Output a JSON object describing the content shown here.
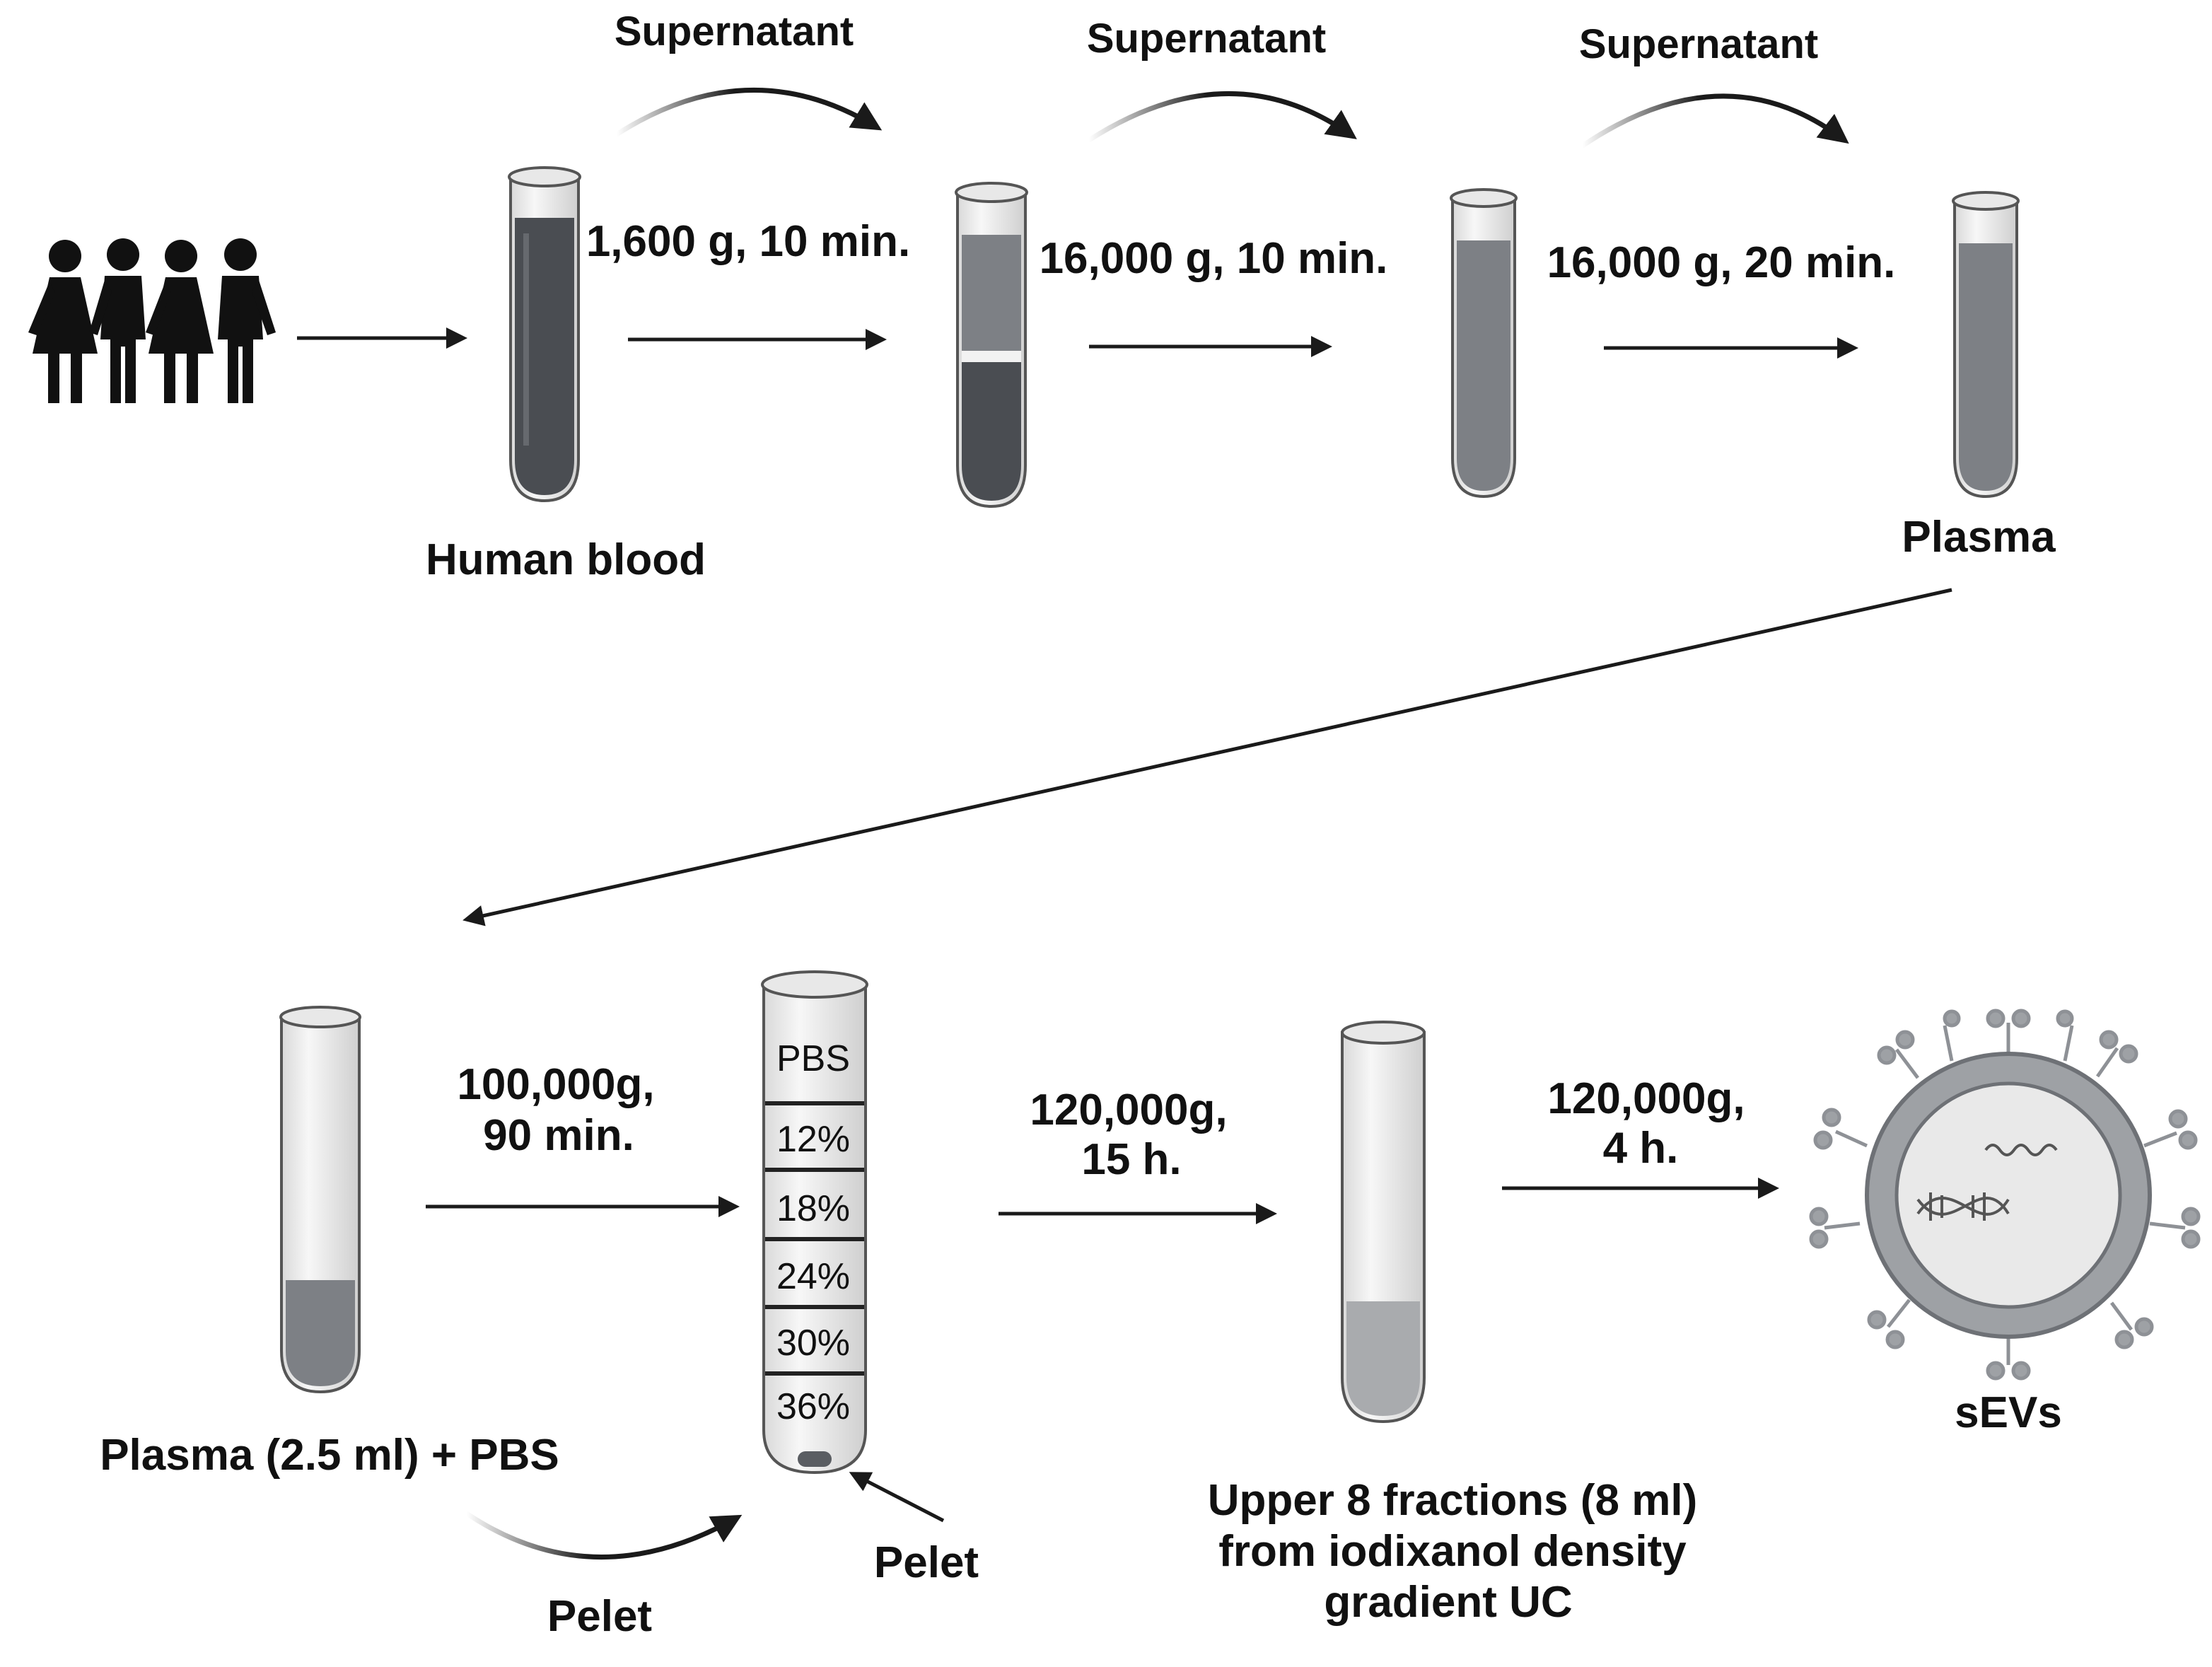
{
  "top_row": {
    "supernatant_1": "Supernatant",
    "supernatant_2": "Supernatant",
    "supernatant_3": "Supernatant",
    "spin_1": "1,600 g, 10 min.",
    "spin_2": "16,000 g, 10 min.",
    "spin_3": "16,000 g, 20 min.",
    "human_blood": "Human blood",
    "plasma": "Plasma"
  },
  "bottom_row": {
    "spin_4_line1": "100,000g,",
    "spin_4_line2": "90 min.",
    "spin_5_line1": "120,000g,",
    "spin_5_line2": "15 h.",
    "spin_6_line1": "120,000g,",
    "spin_6_line2": "4 h.",
    "plasma_pbs": "Plasma (2.5 ml) + PBS",
    "pelet_curved": "Pelet",
    "pelet_pointer": "Pelet",
    "fractions_line1": "Upper 8 fractions (8 ml)",
    "fractions_line2": "from iodixanol density",
    "fractions_line3": "gradient UC",
    "sevs": "sEVs"
  },
  "gradient_tube": {
    "layers": [
      "PBS",
      "12%",
      "18%",
      "24%",
      "30%",
      "36%"
    ]
  },
  "icons": {
    "people": "people-group-icon",
    "dna": "dna-icon",
    "rna": "rna-icon",
    "vesicle": "extracellular-vesicle-icon"
  },
  "colors": {
    "text": "#111111",
    "arrow": "#1a1a1a",
    "tube_glass": "#ececec",
    "blood_dark": "#4a4d52",
    "plasma_grey": "#7d8085",
    "vesicle_membrane": "#9ea1a5"
  }
}
